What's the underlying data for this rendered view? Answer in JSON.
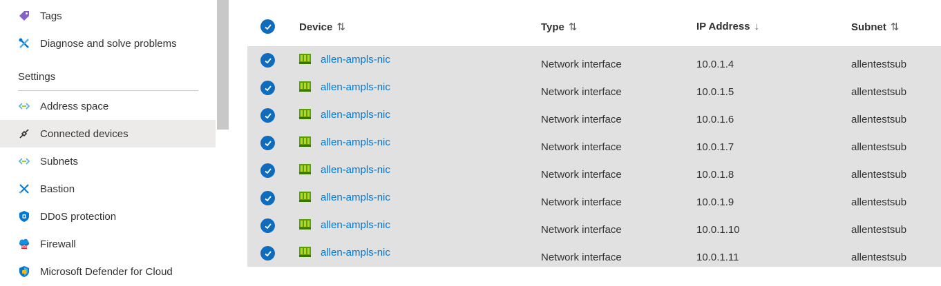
{
  "sidebar": {
    "items_top": [
      {
        "label": "Tags",
        "icon": "tag-icon"
      },
      {
        "label": "Diagnose and solve problems",
        "icon": "wrench-icon"
      }
    ],
    "section_title": "Settings",
    "settings_items": [
      {
        "label": "Address space",
        "icon": "address-space-icon",
        "active": false
      },
      {
        "label": "Connected devices",
        "icon": "plug-icon",
        "active": true
      },
      {
        "label": "Subnets",
        "icon": "subnets-icon",
        "active": false
      },
      {
        "label": "Bastion",
        "icon": "bastion-icon",
        "active": false
      },
      {
        "label": "DDoS protection",
        "icon": "shield-icon",
        "active": false
      },
      {
        "label": "Firewall",
        "icon": "firewall-icon",
        "active": false
      },
      {
        "label": "Microsoft Defender for Cloud",
        "icon": "defender-icon",
        "active": false
      }
    ]
  },
  "table": {
    "columns": {
      "device": "Device",
      "type": "Type",
      "ip": "IP Address",
      "subnet": "Subnet"
    },
    "sort_icons": {
      "device": "⇅",
      "type": "⇅",
      "ip": "↓",
      "subnet": "⇅"
    },
    "rows": [
      {
        "device": "allen-ampls-nic",
        "type": "Network interface",
        "ip": "10.0.1.4",
        "subnet": "allentestsub"
      },
      {
        "device": "allen-ampls-nic",
        "type": "Network interface",
        "ip": "10.0.1.5",
        "subnet": "allentestsub"
      },
      {
        "device": "allen-ampls-nic",
        "type": "Network interface",
        "ip": "10.0.1.6",
        "subnet": "allentestsub"
      },
      {
        "device": "allen-ampls-nic",
        "type": "Network interface",
        "ip": "10.0.1.7",
        "subnet": "allentestsub"
      },
      {
        "device": "allen-ampls-nic",
        "type": "Network interface",
        "ip": "10.0.1.8",
        "subnet": "allentestsub"
      },
      {
        "device": "allen-ampls-nic",
        "type": "Network interface",
        "ip": "10.0.1.9",
        "subnet": "allentestsub"
      },
      {
        "device": "allen-ampls-nic",
        "type": "Network interface",
        "ip": "10.0.1.10",
        "subnet": "allentestsub"
      },
      {
        "device": "allen-ampls-nic",
        "type": "Network interface",
        "ip": "10.0.1.11",
        "subnet": "allentestsub"
      }
    ]
  },
  "colors": {
    "accent": "#0f6cbd",
    "link": "#0078d4",
    "selected_row": "#e1e1e1",
    "active_nav": "#edebe9"
  }
}
